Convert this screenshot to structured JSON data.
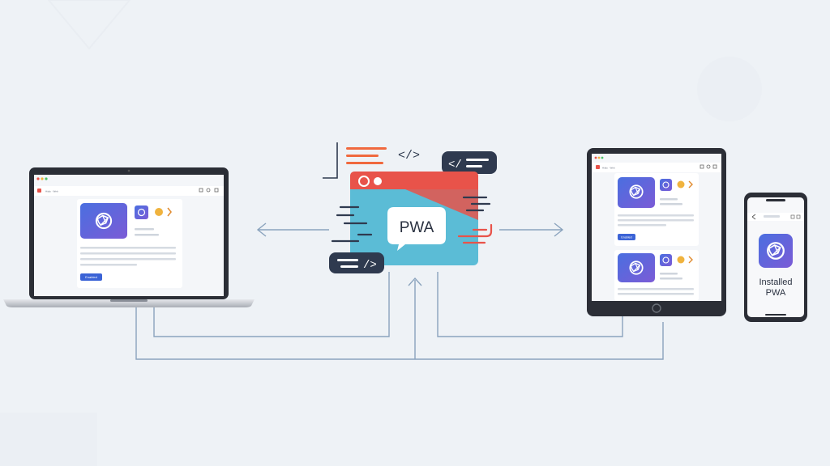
{
  "hub": {
    "label": "PWA",
    "colors": {
      "window_teal": "#5bbcd6",
      "titlebar_red": "#e8534a",
      "accent_orange": "#f0693e",
      "navy": "#2f3a4f"
    },
    "icons": [
      "code-tag-icon",
      "chat-bubble-icon",
      "speed-lines-icon"
    ]
  },
  "laptop": {
    "tab_title": "Hidio · Web",
    "app_card": {
      "button_label": "Enabled"
    }
  },
  "tablet": {
    "tab_title": "Hidio · Web",
    "cards": [
      {
        "button_label": "Enabled"
      },
      {
        "button_label": ""
      }
    ]
  },
  "phone": {
    "caption_line1": "Installed",
    "caption_line2": "PWA"
  },
  "colors": {
    "background": "#eef2f6",
    "connector": "#7f9bb8",
    "app_icon_gradient_start": "#4a6fe0",
    "app_icon_gradient_end": "#7b5bd6",
    "device_frame": "#2b2e36"
  }
}
